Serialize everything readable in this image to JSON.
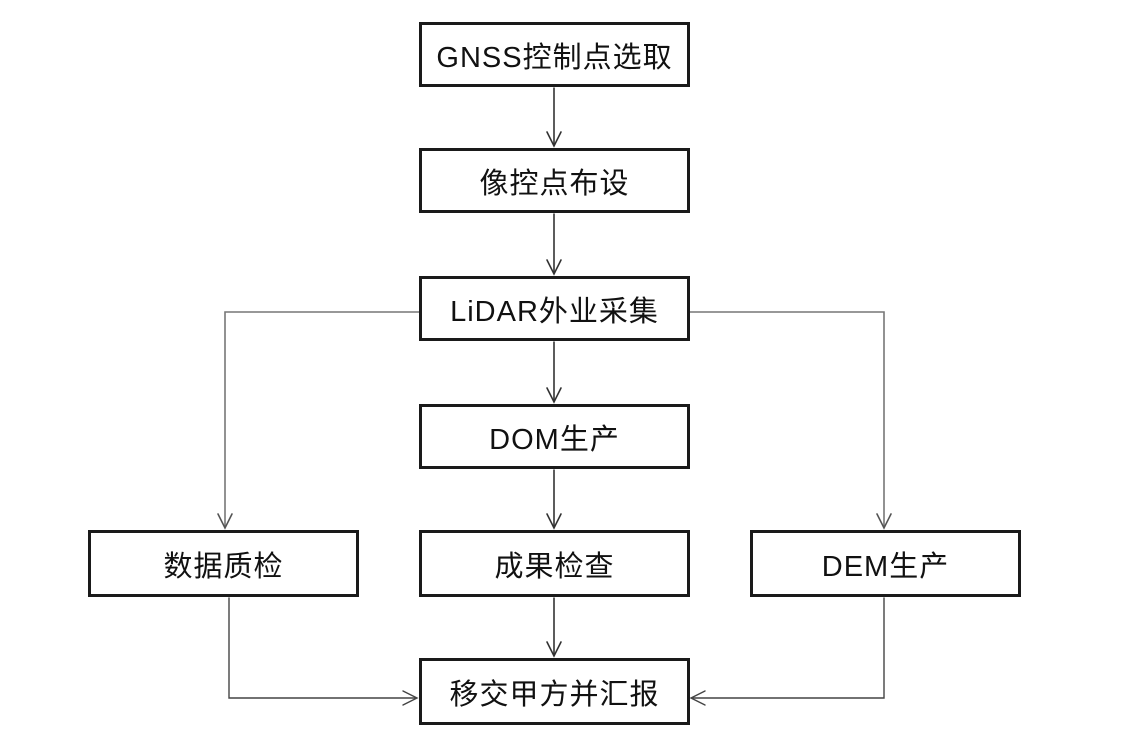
{
  "diagram": {
    "nodes": [
      {
        "id": "gnss",
        "label": "GNSS控制点选取"
      },
      {
        "id": "xiangkong",
        "label": "像控点布设"
      },
      {
        "id": "lidar",
        "label": "LiDAR外业采集"
      },
      {
        "id": "dom",
        "label": "DOM生产"
      },
      {
        "id": "shuju",
        "label": "数据质检"
      },
      {
        "id": "chengguo",
        "label": "成果检查"
      },
      {
        "id": "dem",
        "label": "DEM生产"
      },
      {
        "id": "yijiao",
        "label": "移交甲方并汇报"
      }
    ],
    "edges": [
      {
        "from": "gnss",
        "to": "xiangkong"
      },
      {
        "from": "xiangkong",
        "to": "lidar"
      },
      {
        "from": "lidar",
        "to": "dom"
      },
      {
        "from": "lidar",
        "to": "shuju"
      },
      {
        "from": "lidar",
        "to": "dem"
      },
      {
        "from": "dom",
        "to": "chengguo"
      },
      {
        "from": "chengguo",
        "to": "yijiao"
      },
      {
        "from": "shuju",
        "to": "yijiao"
      },
      {
        "from": "dem",
        "to": "yijiao"
      }
    ],
    "colors": {
      "box_border": "#1a1a1a",
      "text": "#111111",
      "main_line": "#333333",
      "branch_line": "#777777",
      "background": "#ffffff"
    }
  }
}
